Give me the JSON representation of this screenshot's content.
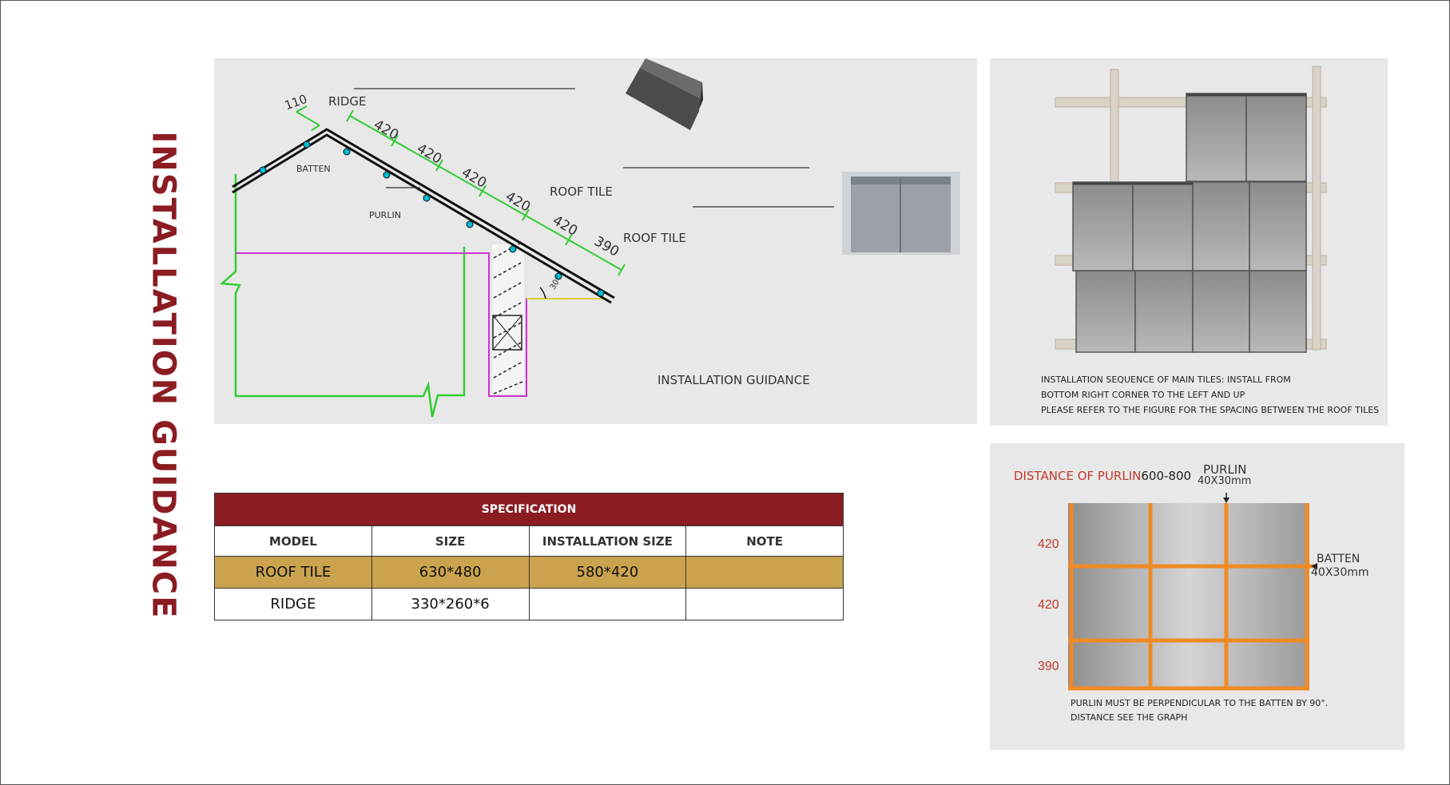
{
  "page": {
    "title": "INSTALLATION GUIDANCE"
  },
  "diagram": {
    "caption": "INSTALLATION GUIDANCE",
    "labels": {
      "ridge": "RIDGE",
      "batten": "BATTEN",
      "purlin": "PURLIN",
      "roof_tile_1": "ROOF TILE",
      "roof_tile_2": "ROOF TILE",
      "angle": "30°"
    },
    "dimensions": [
      "110",
      "420",
      "420",
      "420",
      "420",
      "420",
      "390"
    ],
    "colors": {
      "structure": "#33cc33",
      "ceiling": "#cc33cc",
      "roof": "#111111",
      "batten": "#00bcd4"
    }
  },
  "spec": {
    "title": "SPECIFICATION",
    "columns": [
      "MODEL",
      "SIZE",
      "INSTALLATION SIZE",
      "NOTE"
    ],
    "rows": [
      {
        "model": "ROOF TILE",
        "size": "630*480",
        "install_size": "580*420",
        "note": ""
      },
      {
        "model": "RIDGE",
        "size": "330*260*6",
        "install_size": "",
        "note": ""
      }
    ]
  },
  "photo_panel": {
    "notes": [
      "INSTALLATION SEQUENCE OF MAIN TILES: INSTALL FROM",
      "BOTTOM RIGHT CORNER TO THE LEFT AND UP",
      "PLEASE REFER TO THE FIGURE FOR THE SPACING BETWEEN THE ROOF TILES"
    ]
  },
  "purlin_panel": {
    "distance_label": "DISTANCE OF PURLIN",
    "distance_value": "600-800",
    "purlin_label": "PURLIN",
    "purlin_size": "40X30mm",
    "batten_label": "BATTEN",
    "batten_size": "40X30mm",
    "row_spacings": [
      "420",
      "420",
      "390"
    ],
    "notes": [
      "PURLIN MUST BE PERPENDICULAR TO THE BATTEN BY 90°.",
      "DISTANCE SEE THE GRAPH"
    ],
    "colors": {
      "red_text": "#c0392b",
      "grid": "#f08a24"
    }
  },
  "colors": {
    "brand": "#8a1c22",
    "tile_row": "#cba24e"
  }
}
